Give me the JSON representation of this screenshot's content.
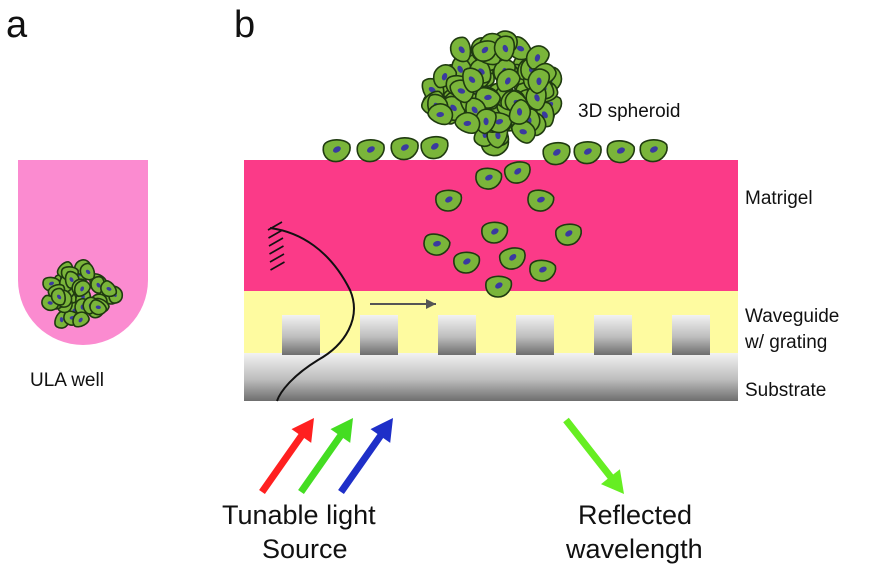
{
  "panel_a": {
    "letter": "a",
    "caption": "ULA well"
  },
  "panel_b": {
    "letter": "b",
    "labels": {
      "spheroid": "3D spheroid",
      "matrigel": "Matrigel",
      "waveguide_line1": "Waveguide",
      "waveguide_line2": "w/ grating",
      "substrate": "Substrate"
    },
    "incident": {
      "line1": "Tunable light",
      "line2": "Source"
    },
    "reflected": {
      "line1": "Reflected",
      "line2": "wavelength"
    }
  },
  "colors": {
    "well": "#fb8bd0",
    "matrigel": "#fb3a88",
    "waveguide": "#fefba0",
    "cell_fill": "#7ab53a",
    "cell_outline": "#1f3a10",
    "nucleus": "#3a3aa0",
    "arrow_red": "#ff2020",
    "arrow_green": "#44dd22",
    "arrow_blue": "#1e2fc8",
    "arrow_reflected": "#66ee22"
  }
}
